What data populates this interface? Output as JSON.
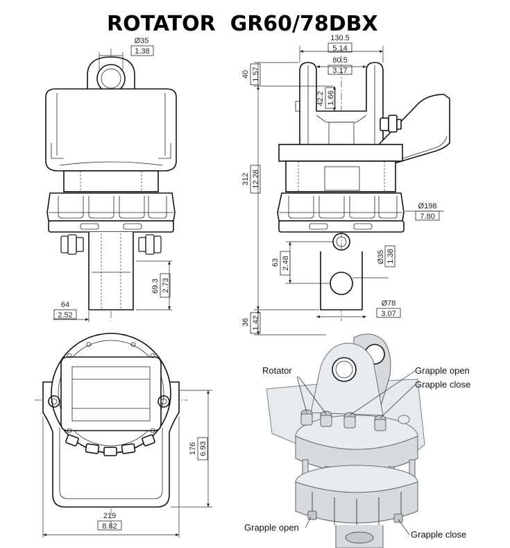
{
  "title": "ROTATOR  GR60/78DBX",
  "dimensions": {
    "link_bore": {
      "mm": "Ø35",
      "in": "1.38"
    },
    "side_width": {
      "mm": "130.5",
      "in": "5.14"
    },
    "inner_width": {
      "mm": "80.5",
      "in": "3.17"
    },
    "top_height": {
      "mm": "40",
      "in": "1.57"
    },
    "pin_center": {
      "mm": "42.2",
      "in": "1.66"
    },
    "total_height": {
      "mm": "312",
      "in": "12.28"
    },
    "body_diameter": {
      "mm": "Ø198",
      "in": "7.80"
    },
    "shaft_height": {
      "mm": "63",
      "in": "2.48"
    },
    "shaft_bore": {
      "mm": "Ø35",
      "in": "1.38"
    },
    "shaft_length": {
      "mm": "69.3",
      "in": "2.73"
    },
    "shaft_offset": {
      "mm": "64",
      "in": "2.52"
    },
    "shaft_diameter": {
      "mm": "Ø78",
      "in": "3.07"
    },
    "bottom_height": {
      "mm": "36",
      "in": "1.42"
    },
    "base_depth": {
      "mm": "176",
      "in": "6.93"
    },
    "base_width": {
      "mm": "219",
      "in": "8.62"
    }
  },
  "callouts": {
    "rotator": "Rotator",
    "grapple_open_top": "Grapple open",
    "grapple_close_top": "Grapple close",
    "grapple_open_bottom": "Grapple open",
    "grapple_close_bottom": "Grapple close"
  }
}
